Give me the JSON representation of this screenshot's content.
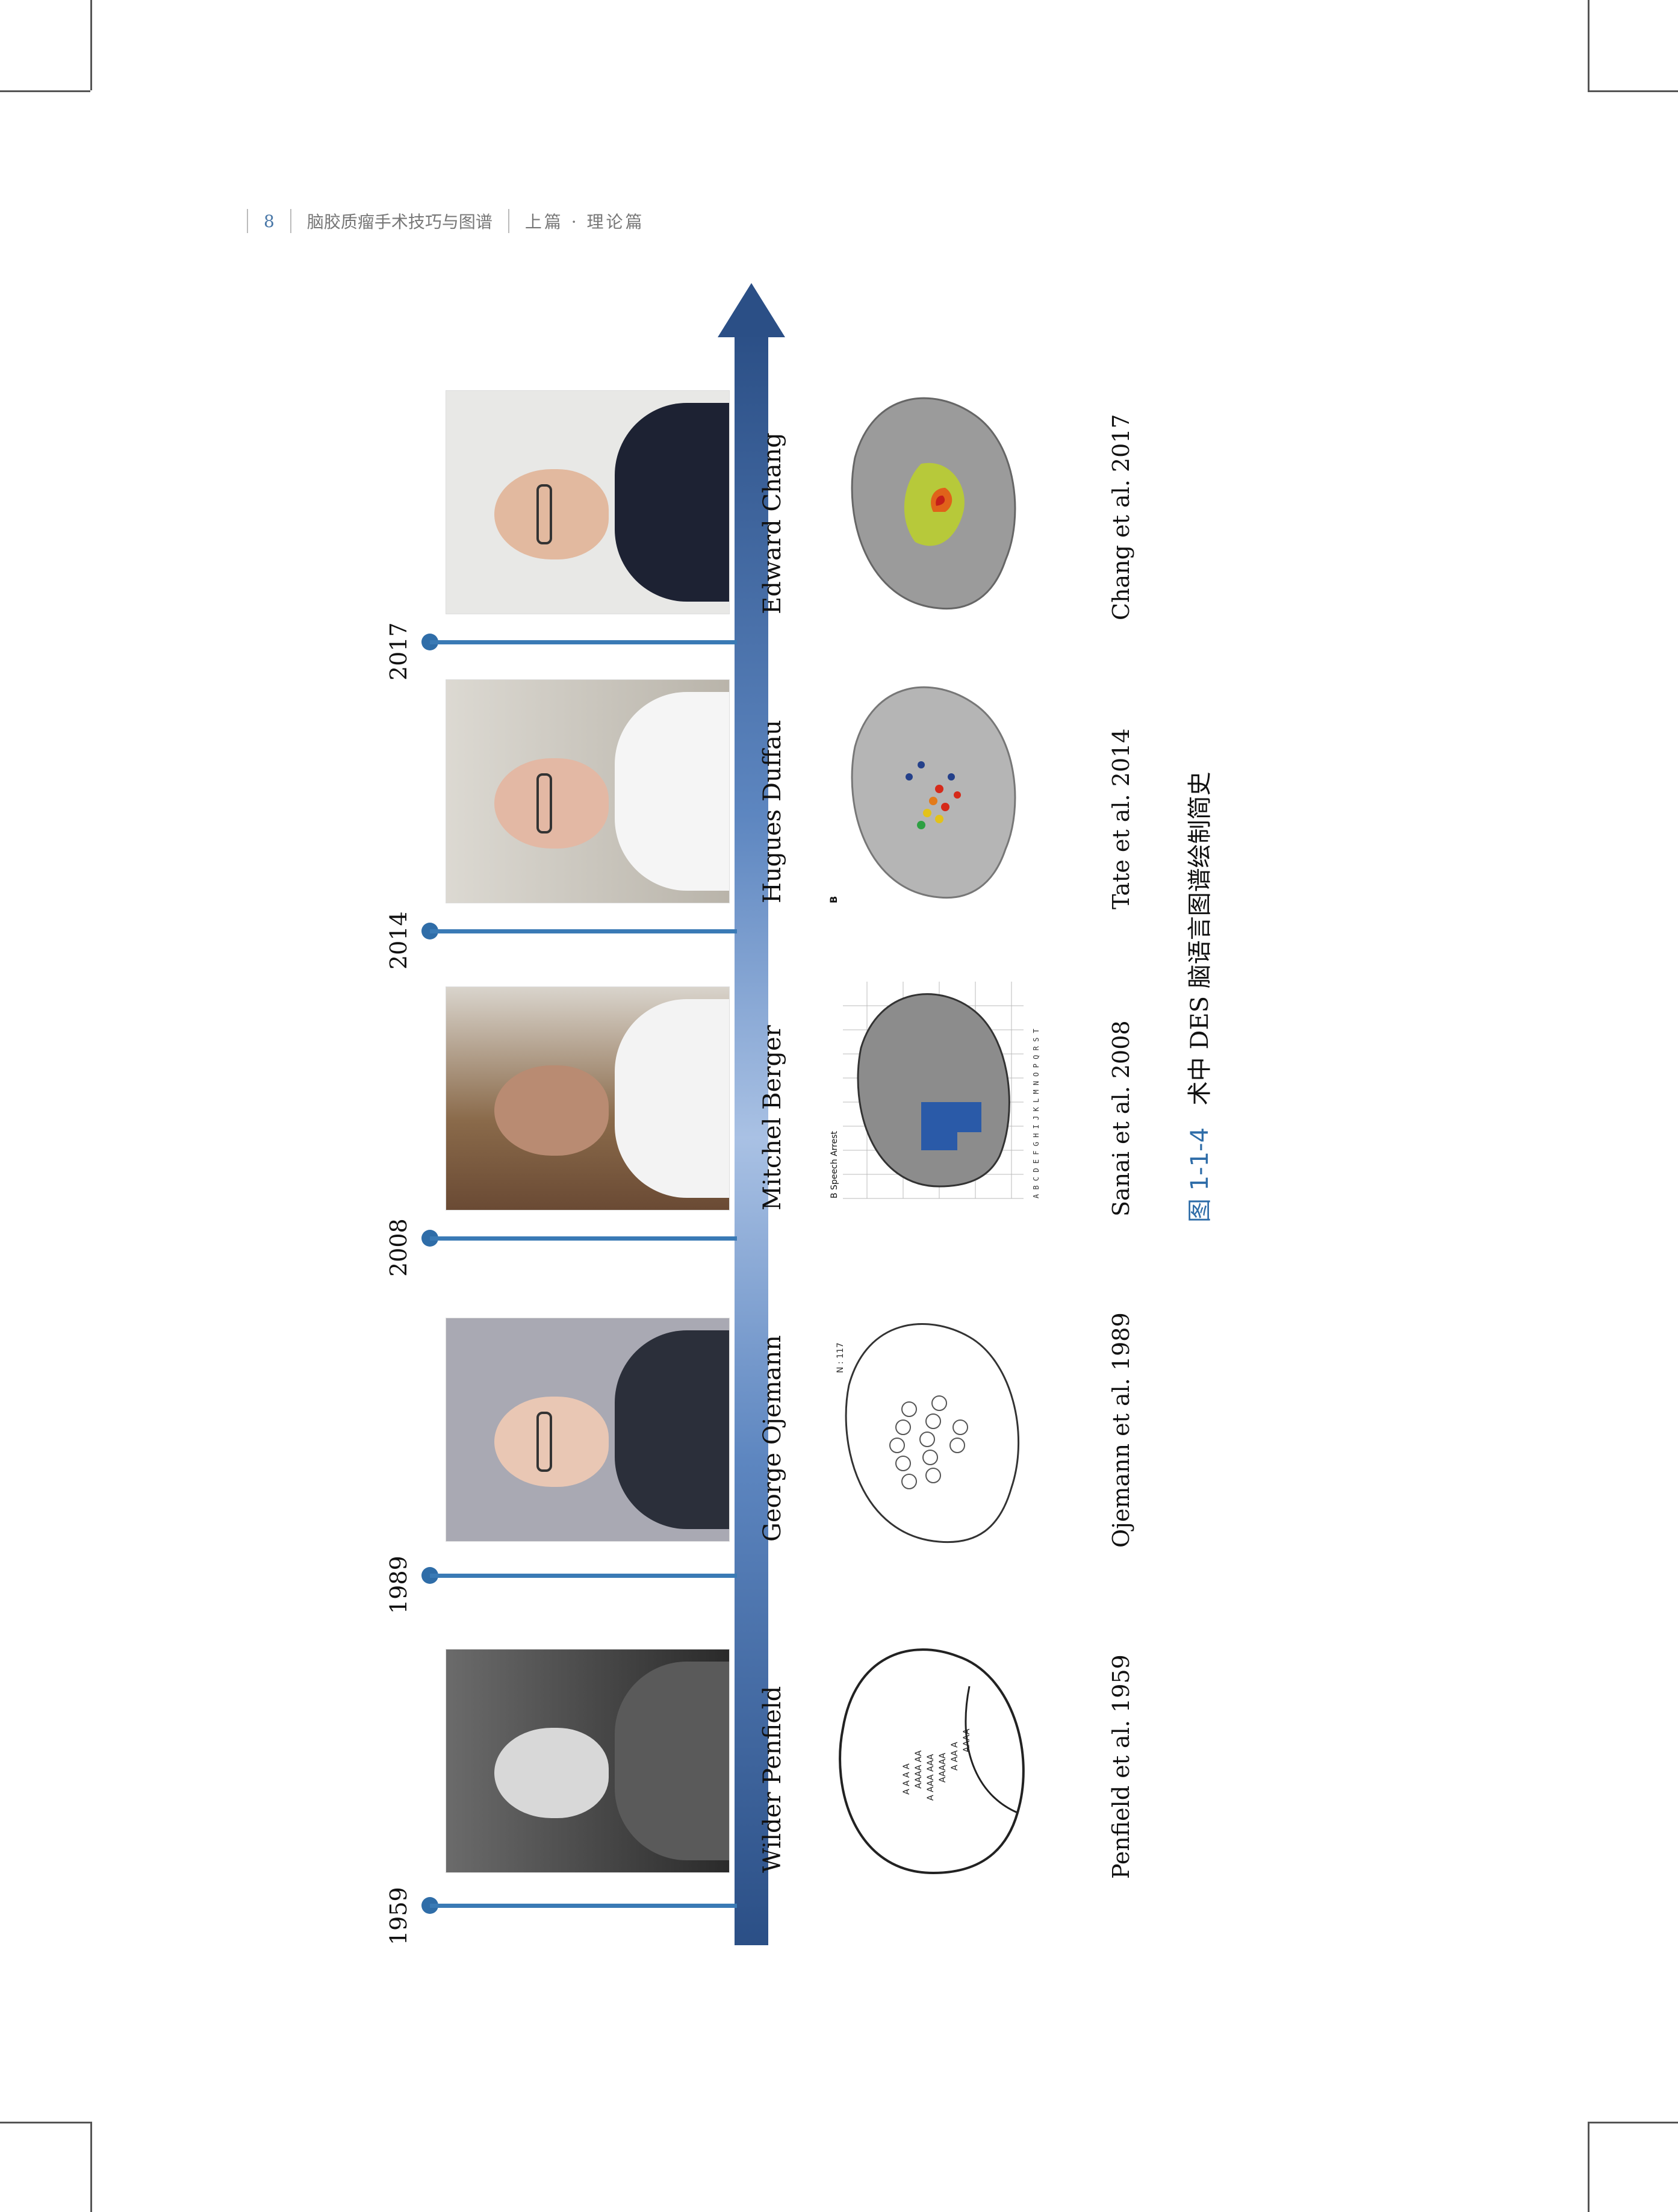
{
  "header": {
    "page_number": "8",
    "book_title": "脑胶质瘤手术技巧与图谱",
    "section": "上篇 · 理论篇"
  },
  "timeline": [
    {
      "year": "1959",
      "person": "Wilder Penfield",
      "citation": "Penfield et al. 1959"
    },
    {
      "year": "1989",
      "person": "George Ojemann",
      "citation": "Ojemann et al. 1989"
    },
    {
      "year": "2008",
      "person": "Mitchel Berger",
      "citation": "Sanai et al. 2008"
    },
    {
      "year": "2014",
      "person": "Hugues Duffau",
      "citation": "Tate et al. 2014"
    },
    {
      "year": "2017",
      "person": "Edward Chang",
      "citation": "Chang et al. 2017"
    }
  ],
  "panels": {
    "ojemann_label": "N : 117",
    "sanai_label": "B  Speech Arrest",
    "sanai_grid_letters": "A B C D E F G H I J K L M N O P Q R S T",
    "tate_label": "B"
  },
  "caption": {
    "figure_number": "图 1-1-4",
    "text": "术中 DES 脑语言图谱绘制简史"
  },
  "colors": {
    "accent": "#2f6da8",
    "axis_dark": "#2b4f86",
    "axis_light": "#a9c1e4"
  }
}
